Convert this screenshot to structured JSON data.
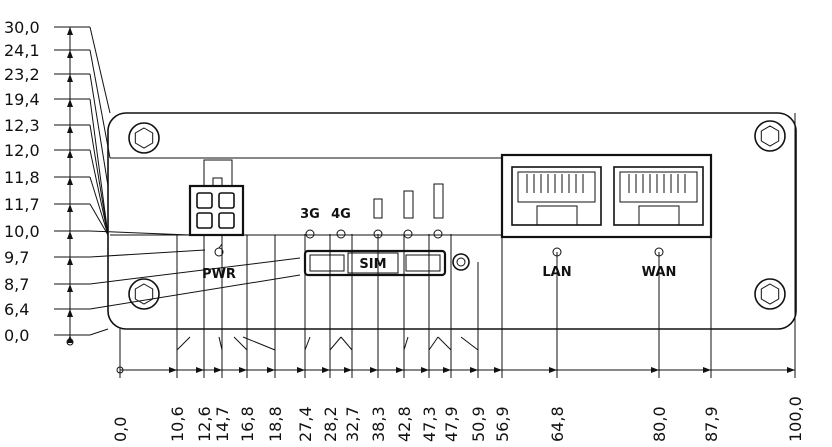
{
  "vertical_dims": [
    "30,0",
    "24,1",
    "23,2",
    "19,4",
    "12,3",
    "12,0",
    "11,8",
    "11,7",
    "10,0",
    "9,7",
    "8,7",
    "6,4",
    "0,0"
  ],
  "horizontal_dims": [
    "0,0",
    "10,6",
    "12,6",
    "14,7",
    "16,8",
    "18,8",
    "27,4",
    "28,2",
    "32,7",
    "38,3",
    "42,8",
    "47,3",
    "47,9",
    "50,9",
    "56,9",
    "64,8",
    "80,0",
    "87,9",
    "100,0"
  ],
  "labels": {
    "pwr": "PWR",
    "sim": "SIM",
    "g3": "3G",
    "g4": "4G",
    "lan": "LAN",
    "wan": "WAN"
  },
  "icons": [
    "screw-icon",
    "reset-button-icon",
    "led-icon",
    "signal-bar-icon",
    "rj45-port-icon",
    "power-connector-icon"
  ]
}
